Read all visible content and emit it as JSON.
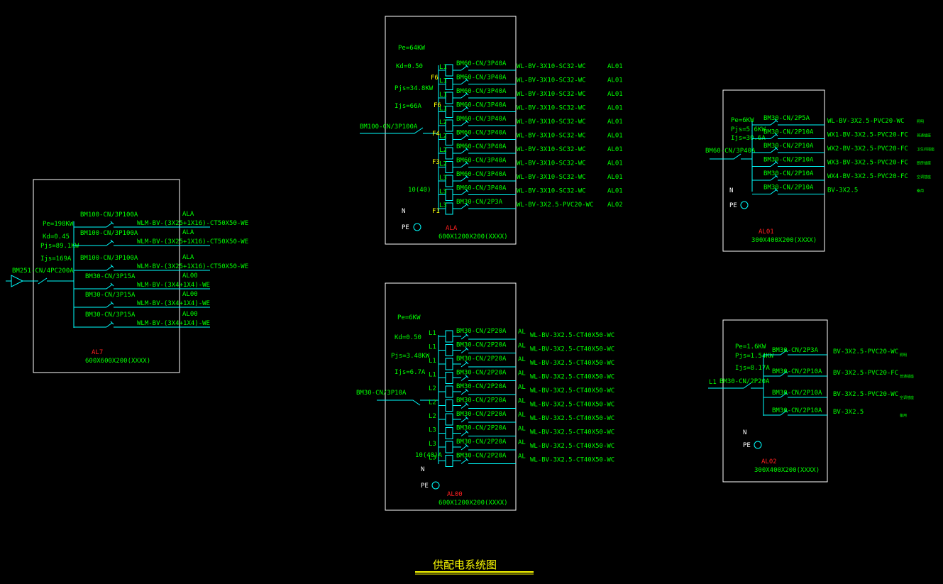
{
  "title": "供配电系统图",
  "colors": {
    "background": "#000000",
    "text": "#00ff00",
    "wire": "#00ffff",
    "panel": "#ffffff",
    "accent": "#ffff00",
    "underline": "#ff0000"
  },
  "ala": {
    "params": [
      "Pe=198KW",
      "Kd=0.45",
      "Pjs=89.1KW",
      "Ijs=169A"
    ],
    "incoming": "BM251-CN/4PC200A",
    "branches": [
      {
        "breaker": "BM100-CN/3P100A",
        "code": "ALA",
        "cable": "WLM-BV-(3X25+1X16)-CT50X50-WE"
      },
      {
        "breaker": "BM100-CN/3P100A",
        "code": "ALA",
        "cable": "WLM-BV-(3X25+1X16)-CT50X50-WE"
      },
      {
        "breaker": "BM100-CN/3P100A",
        "code": "ALA",
        "cable": "WLM-BV-(3X25+1X16)-CT50X50-WE"
      },
      {
        "breaker": "BM30-CN/3P15A",
        "code": "AL00",
        "cable": "WLM-BV-(3X4+1X4)-WE"
      },
      {
        "breaker": "BM30-CN/3P15A",
        "code": "AL00",
        "cable": "WLM-BV-(3X4+1X4)-WE"
      },
      {
        "breaker": "BM30-CN/3P15A",
        "code": "AL00",
        "cable": "WLM-BV-(3X4+1X4)-WE"
      }
    ],
    "name": "AL7",
    "size": "600X600X200(XXXX)"
  },
  "ala_panel": {
    "params": [
      "Pe=64KW",
      "Kd=0.50",
      "Pjs=34.8KW",
      "Ijs=66A"
    ],
    "incoming": "BM100-CN/3P100A",
    "fuses": [
      "F6",
      "F6",
      "F4",
      "F3",
      "F1"
    ],
    "branches": [
      {
        "phase": "L1",
        "breaker": "BM60-CN/3P40A",
        "cable": "WL-BV-3X10-SC32-WC",
        "code": "AL01"
      },
      {
        "phase": "L1",
        "breaker": "BM60-CN/3P40A",
        "cable": "WL-BV-3X10-SC32-WC",
        "code": "AL01"
      },
      {
        "phase": "L1",
        "breaker": "BM60-CN/3P40A",
        "cable": "WL-BV-3X10-SC32-WC",
        "code": "AL01"
      },
      {
        "phase": "L1",
        "breaker": "BM60-CN/3P40A",
        "cable": "WL-BV-3X10-SC32-WC",
        "code": "AL01"
      },
      {
        "phase": "L2",
        "breaker": "BM60-CN/3P40A",
        "cable": "WL-BV-3X10-SC32-WC",
        "code": "AL01"
      },
      {
        "phase": "L2",
        "breaker": "BM60-CN/3P40A",
        "cable": "WL-BV-3X10-SC32-WC",
        "code": "AL01"
      },
      {
        "phase": "L2",
        "breaker": "BM60-CN/3P40A",
        "cable": "WL-BV-3X10-SC32-WC",
        "code": "AL01"
      },
      {
        "phase": "L2",
        "breaker": "BM60-CN/3P40A",
        "cable": "WL-BV-3X10-SC32-WC",
        "code": "AL01"
      },
      {
        "phase": "L3",
        "breaker": "BM60-CN/3P40A",
        "cable": "WL-BV-3X10-SC32-WC",
        "code": "AL01"
      },
      {
        "phase": "L3",
        "breaker": "BM60-CN/3P40A",
        "cable": "WL-BV-3X10-SC32-WC",
        "code": "AL01"
      },
      {
        "phase": "L3",
        "breaker": "BM30-CN/2P3A",
        "cable": "WL-BV-3X2.5-PVC20-WC",
        "code": "AL02"
      }
    ],
    "surge": "10(40)",
    "n_label": "N",
    "pe_label": "PE",
    "name": "ALA",
    "size": "600X1200X200(XXXX)"
  },
  "al00_panel": {
    "params": [
      "Pe=6KW",
      "Kd=0.50",
      "Pjs=3.48KW",
      "Ijs=6.7A"
    ],
    "incoming": "BM30-CN/3P10A",
    "branches": [
      {
        "phase": "L1",
        "breaker": "BM30-CN/2P20A",
        "code": "AL",
        "cable": "WL-BV-3X2.5-CT40X50-WC"
      },
      {
        "phase": "L1",
        "breaker": "BM30-CN/2P20A",
        "code": "AL",
        "cable": "WL-BV-3X2.5-CT40X50-WC"
      },
      {
        "phase": "L1",
        "breaker": "BM30-CN/2P20A",
        "code": "AL",
        "cable": "WL-BV-3X2.5-CT40X50-WC"
      },
      {
        "phase": "L1",
        "breaker": "BM30-CN/2P20A",
        "code": "AL",
        "cable": "WL-BV-3X2.5-CT40X50-WC"
      },
      {
        "phase": "L2",
        "breaker": "BM30-CN/2P20A",
        "code": "AL",
        "cable": "WL-BV-3X2.5-CT40X50-WC"
      },
      {
        "phase": "L2",
        "breaker": "BM30-CN/2P20A",
        "code": "AL",
        "cable": "WL-BV-3X2.5-CT40X50-WC"
      },
      {
        "phase": "L2",
        "breaker": "BM30-CN/2P20A",
        "code": "AL",
        "cable": "WL-BV-3X2.5-CT40X50-WC"
      },
      {
        "phase": "L3",
        "breaker": "BM30-CN/2P20A",
        "code": "AL",
        "cable": "WL-BV-3X2.5-CT40X50-WC"
      },
      {
        "phase": "L3",
        "breaker": "BM30-CN/2P20A",
        "code": "AL",
        "cable": "WL-BV-3X2.5-CT40X50-WC"
      },
      {
        "phase": "L3",
        "breaker": "BM30-CN/2P20A",
        "code": "AL",
        "cable": "WL-BV-3X2.5-CT40X50-WC"
      }
    ],
    "surge": "10(40)A",
    "n_label": "N",
    "pe_label": "PE",
    "name": "AL00",
    "size": "600X1200X200(XXXX)"
  },
  "al01_panel": {
    "params": [
      "Pe=6KW",
      "Pjs=5.6KW",
      "Ijs=30.6A"
    ],
    "incoming": "BM60-CN/3P40A",
    "branches": [
      {
        "breaker": "BM30-CN/2P5A",
        "cable": "WL-BV-3X2.5-PVC20-WC",
        "note": "照明"
      },
      {
        "breaker": "BM30-CN/2P10A",
        "cable": "WX1-BV-3X2.5-PVC20-FC",
        "note": "普通插座"
      },
      {
        "breaker": "BM30-CN/2P10A",
        "cable": "WX2-BV-3X2.5-PVC20-FC",
        "note": "卫生间插座"
      },
      {
        "breaker": "BM30-CN/2P10A",
        "cable": "WX3-BV-3X2.5-PVC20-FC",
        "note": "厨房插座"
      },
      {
        "breaker": "BM30-CN/2P10A",
        "cable": "WX4-BV-3X2.5-PVC20-FC",
        "note": "空调插座"
      },
      {
        "breaker": "BM30-CN/2P10A",
        "cable": "BV-3X2.5",
        "note": "备用"
      }
    ],
    "n_label": "N",
    "pe_label": "PE",
    "name": "AL01",
    "size": "300X400X200(XXXX)"
  },
  "al02_panel": {
    "params": [
      "Pe=1.6KW",
      "Pjs=1.54KW",
      "Ijs=8.17A"
    ],
    "incoming_phase": "L1",
    "incoming": "BM30-CN/2P20A",
    "branches": [
      {
        "breaker": "BM30-CN/2P3A",
        "cable": "BV-3X2.5-PVC20-WC",
        "note": "照明"
      },
      {
        "breaker": "BM30-CN/2P10A",
        "cable": "BV-3X2.5-PVC20-FC",
        "note": "普通插座"
      },
      {
        "breaker": "BM30-CN/2P10A",
        "cable": "BV-3X2.5-PVC20-WC",
        "note": "空调插座"
      },
      {
        "breaker": "BM30-CN/2P10A",
        "cable": "BV-3X2.5",
        "note": "备用"
      }
    ],
    "n_label": "N",
    "pe_label": "PE",
    "name": "AL02",
    "size": "300X400X200(XXXX)"
  }
}
